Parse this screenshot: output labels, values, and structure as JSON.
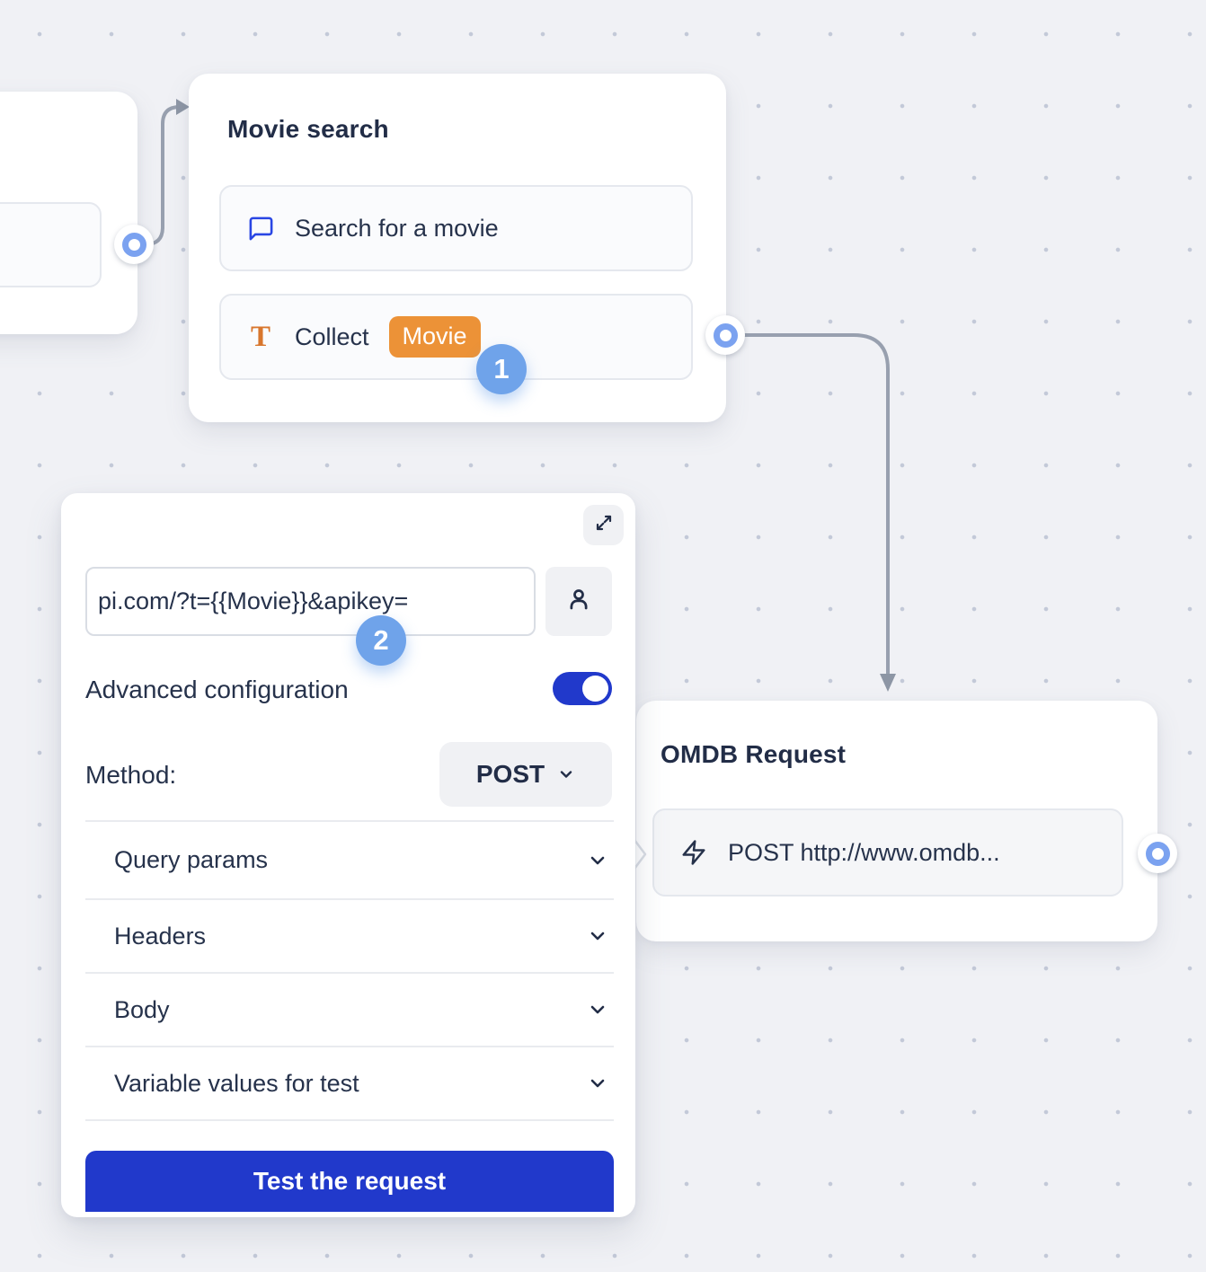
{
  "colors": {
    "canvas_bg": "#f0f1f5",
    "accent_blue": "#2139cb",
    "badge_blue": "#6fa3ea",
    "variable_orange": "#ec9237",
    "port_blue": "#7ba2f0",
    "edge_gray": "#98a0af",
    "chat_icon_blue": "#2946e4",
    "text_dark": "#26324b"
  },
  "nodes": {
    "movie_search": {
      "title": "Movie search",
      "items": [
        {
          "icon": "chat-bubble-icon",
          "label": "Search for a movie"
        },
        {
          "icon": "text-variable-icon",
          "label": "Collect",
          "variable_chip": "Movie"
        }
      ]
    },
    "omdb_request": {
      "title": "OMDB Request",
      "items": [
        {
          "icon": "lightning-icon",
          "label": "POST http://www.omdb..."
        }
      ]
    }
  },
  "config_panel": {
    "url_input": {
      "value": "pi.com/?t={{Movie}}&apikey="
    },
    "advanced_configuration": {
      "label": "Advanced configuration",
      "enabled": true
    },
    "method": {
      "label": "Method:",
      "value": "POST"
    },
    "sections": [
      "Query params",
      "Headers",
      "Body",
      "Variable values for test"
    ],
    "test_button_label": "Test the request"
  },
  "step_badges": [
    "1",
    "2"
  ]
}
